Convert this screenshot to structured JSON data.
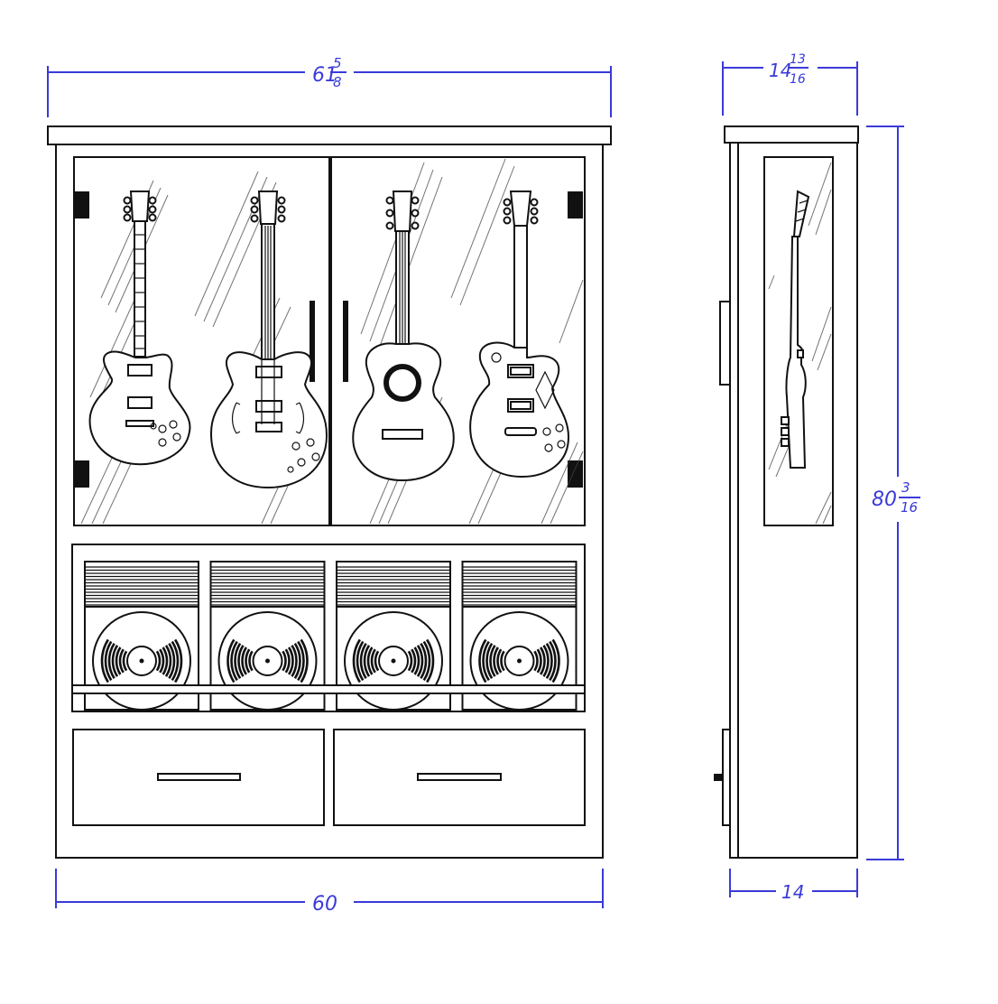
{
  "dimensions": {
    "top_width": {
      "whole": "61",
      "numerator": "5",
      "denominator": "8"
    },
    "side_top_depth": {
      "whole": "14",
      "numerator": "13",
      "denominator": "16"
    },
    "height": {
      "whole": "80",
      "numerator": "3",
      "denominator": "16"
    },
    "bottom_width": {
      "whole": "60"
    },
    "side_bottom_depth": {
      "whole": "14"
    }
  },
  "colors": {
    "dimension_lines": "#3a3ad9",
    "linework": "#111111",
    "background": "#ffffff"
  },
  "views": {
    "front": {
      "guitars": [
        "electric-guitar-1",
        "hollow-body-guitar",
        "acoustic-guitar",
        "les-paul-guitar"
      ],
      "record_bins": 4,
      "drawers": 2,
      "glass_doors": 2
    },
    "side": {
      "guitars": [
        "guitar-side-profile"
      ]
    }
  }
}
